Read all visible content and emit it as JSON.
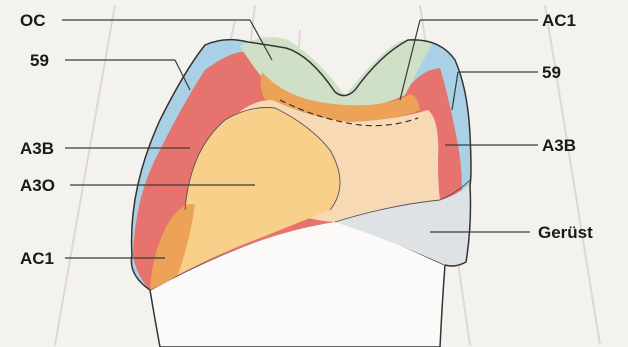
{
  "labels": {
    "oc": "OC",
    "left_59": "59",
    "left_a3b": "A3B",
    "a3o": "A3O",
    "left_ac1": "AC1",
    "right_ac1": "AC1",
    "right_59": "59",
    "right_a3b": "A3B",
    "geruest": "Gerüst"
  },
  "colors": {
    "background": "#f4f2ef",
    "incisal_blue_59": "#a9d0e4",
    "occlusal_green_oc": "#cfe0c7",
    "dentin_red_a3b": "#e6736d",
    "dentin_opaque_a3o": "#f8d08a",
    "dentin_light": "#f7d9b6",
    "accent_orange_ac1": "#eca257",
    "framework_geruest": "#dfe2e4",
    "outline": "#333333"
  }
}
